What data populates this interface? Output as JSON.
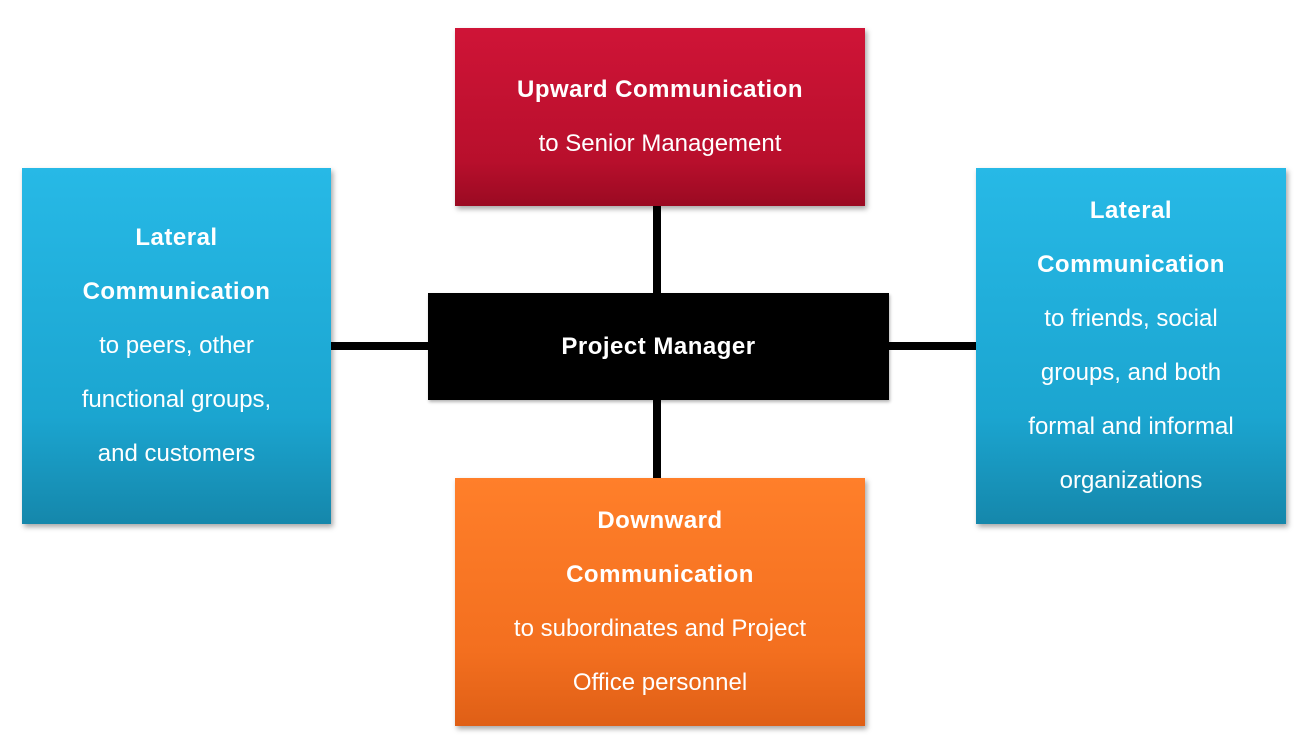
{
  "diagram": {
    "center": {
      "label": "Project Manager"
    },
    "top": {
      "title": "Upward Communication",
      "subtitle": "to Senior Management"
    },
    "left": {
      "title_lines": [
        "Lateral",
        "Communication"
      ],
      "subtitle_lines": [
        "to peers, other",
        "functional groups,",
        "and customers"
      ]
    },
    "right": {
      "title_lines": [
        "Lateral",
        "Communication"
      ],
      "subtitle_lines": [
        "to friends, social",
        "groups, and both",
        "formal and informal",
        "organizations"
      ]
    },
    "bottom": {
      "title_lines": [
        "Downward",
        "Communication"
      ],
      "subtitle_lines": [
        "to subordinates and Project",
        "Office personnel"
      ]
    },
    "colors": {
      "upward": "#c3102f",
      "lateral": "#1fa8d4",
      "downward": "#f4701f",
      "center": "#000000",
      "connector": "#000000"
    }
  }
}
